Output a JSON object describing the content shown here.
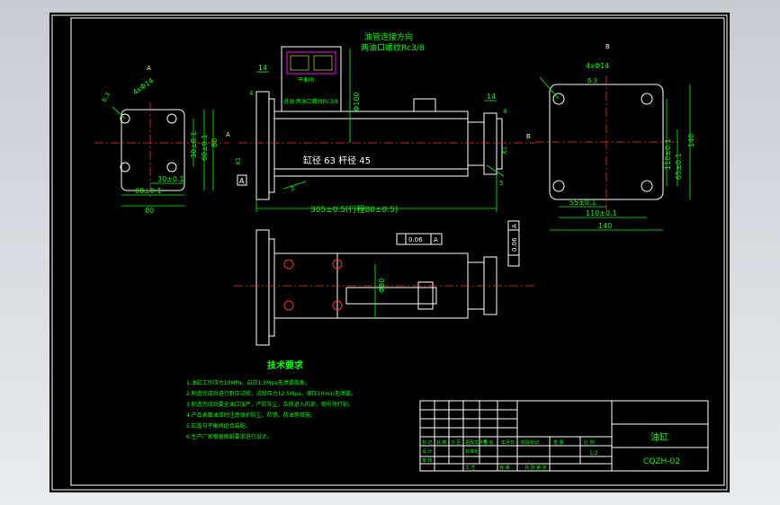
{
  "drawing": {
    "name": "油缸",
    "number": "CQZH-02",
    "scale": "1:2",
    "view_a_label": "A",
    "view_b_label": "B",
    "section_a_mark": "A",
    "section_b_mark": "B"
  },
  "dims": {
    "holes_a": "4xΦ14",
    "holes_b": "4xΦ14",
    "a_30": "30±0.1",
    "a_60v": "60±0.1",
    "a_80v": "80",
    "a_30h": "30±0.1",
    "a_60h": "60±0.1",
    "a_80h": "80",
    "thk_left": "14",
    "thk_right": "14",
    "phi100": "Φ100",
    "length": "305±0.5(行程80±0.5)",
    "b_110v": "110±0.1",
    "b_65v": "65±0.1",
    "b_140v": "140",
    "b_55h": "55±0.1",
    "b_110h": "110±0.1",
    "b_140h": "140",
    "rough_a": "6.3",
    "rough_b": "6.3",
    "phi80": "Φ80",
    "ref_a": "A",
    "small_4a": "4",
    "small_4b": "4",
    "x1a": "X1",
    "x1b": "X1",
    "small_5a": "5",
    "small_5b": "5"
  },
  "labels": {
    "oil_direction": "油管连接方向",
    "oil_thread": "两油口螺纹Rc3/8",
    "port_thread": "进油  两油口螺纹Rc3/8",
    "valve_name": "平衡阀",
    "bore": "缸径 63  杆径 45"
  },
  "tolerances": {
    "flatness": "0.06",
    "flatness_ref": "A",
    "perp": "0.06",
    "perp_ref": "A"
  },
  "notes": {
    "title": "技术要求",
    "items": [
      "1.油缸工作压力10MPa，启压1.5Mpa无泄漏现象。",
      "2.制造完成后进行耐压试验，试验压力12.5Mpa，保压10min无泄漏。",
      "3.制造完成后要全油口加严，严防灰尘、杂质进入内部，钢号须打刻。",
      "4.产品表面油漆时注意保护防尘、防锈、防油等措施。",
      "5.缸盖与平衡阀组合装配。",
      "6.生产厂家根据图纸要求进行设计。"
    ]
  },
  "title_block": {
    "row_labels": [
      "标 记",
      "处 数",
      "分 区",
      "更改文件号",
      "签 名",
      "年月日"
    ],
    "row2": [
      "设 计",
      "标准化"
    ],
    "col_a": "阶段标记",
    "col_b": "重 量",
    "col_c": "比 例",
    "bottom_a": "审 核",
    "bottom_b": "工 艺",
    "bottom_c": "批 准",
    "sheets": "共  张  第  张"
  }
}
